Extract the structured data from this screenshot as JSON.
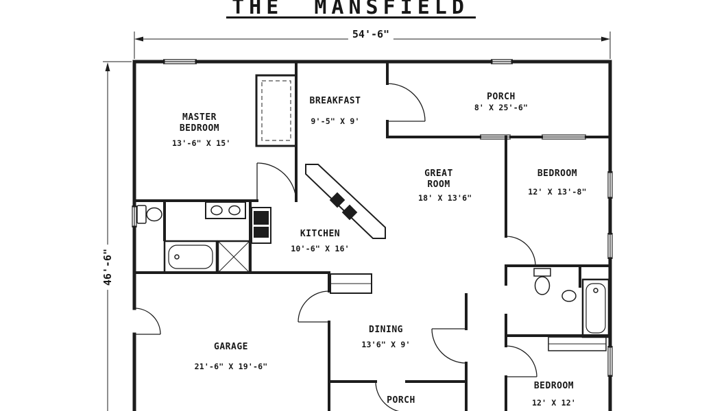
{
  "title": "THE MANSFIELD",
  "dimensions": {
    "overall_width": "54'-6\"",
    "overall_height": "46'-6\""
  },
  "rooms": {
    "master_bedroom": {
      "name": "MASTER BEDROOM",
      "size": "13'-6\" X 15'"
    },
    "breakfast": {
      "name": "BREAKFAST",
      "size": "9'-5\" X 9'"
    },
    "porch_top": {
      "name": "PORCH",
      "size": "8' X 25'-6\""
    },
    "great_room": {
      "name": "GREAT ROOM",
      "size": "18' X 13'6\""
    },
    "bedroom_right": {
      "name": "BEDROOM",
      "size": "12' X 13'-8\""
    },
    "kitchen": {
      "name": "KITCHEN",
      "size": "10'-6\" X 16'"
    },
    "garage": {
      "name": "GARAGE",
      "size": "21'-6\" X 19'-6\""
    },
    "dining": {
      "name": "DINING",
      "size": "13'6\" X 9'"
    },
    "bedroom_bottom": {
      "name": "BEDROOM",
      "size": "12' X 12'"
    },
    "porch_bottom": {
      "name": "PORCH",
      "size": ""
    }
  },
  "colors": {
    "ink": "#1d1d1d",
    "background": "#ffffff"
  }
}
